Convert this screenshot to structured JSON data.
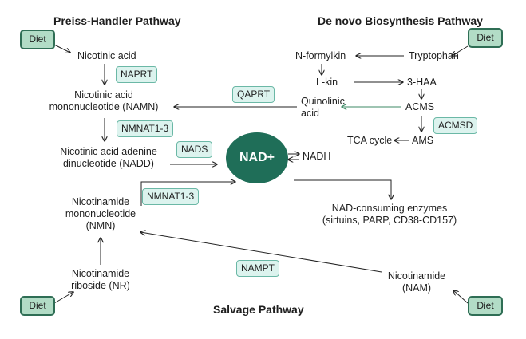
{
  "titles": {
    "preiss": "Preiss-Handler Pathway",
    "denovo": "De novo Biosynthesis Pathway",
    "salvage": "Salvage Pathway"
  },
  "diet": "Diet",
  "center": {
    "nad": "NAD+",
    "nadh": "NADH"
  },
  "preiss_nodes": {
    "nicotinic_acid": "Nicotinic acid",
    "namn": "Nicotinic acid\nmononucleotide (NAMN)",
    "nadd": "Nicotinic acid adenine\ndinucleotide (NADD)"
  },
  "denovo_nodes": {
    "tryptophan": "Tryptophan",
    "n_formylkin": "N-formylkin",
    "l_kin": "L-kin",
    "haa": "3-HAA",
    "acms": "ACMS",
    "quinolinic": "Quinolinic\nacid",
    "ams": "AMS",
    "tca": "TCA cycle"
  },
  "salvage_nodes": {
    "nmn": "Nicotinamide\nmononucleotide\n(NMN)",
    "nr": "Nicotinamide\nriboside (NR)",
    "nam": "Nicotinamide\n(NAM)"
  },
  "consumers": "NAD-consuming enzymes\n(sirtuins, PARP, CD38-CD157)",
  "enzymes": {
    "naprt": "NAPRT",
    "nmnat_top": "NMNAT1-3",
    "nads": "NADS",
    "qaprt": "QAPRT",
    "acmsd": "ACMSD",
    "nmnat_bottom": "NMNAT1-3",
    "nampt": "NAMPT"
  },
  "colors": {
    "nad_circle": "#1f6e58",
    "diet_fill": "#b2dcc6",
    "diet_border": "#2f6e55",
    "enzyme_fill": "#dcf3ee",
    "enzyme_border": "#6bb8a6",
    "arrow": "#222222",
    "acms_to_quinolinic_arrow": "#3e8a66"
  }
}
